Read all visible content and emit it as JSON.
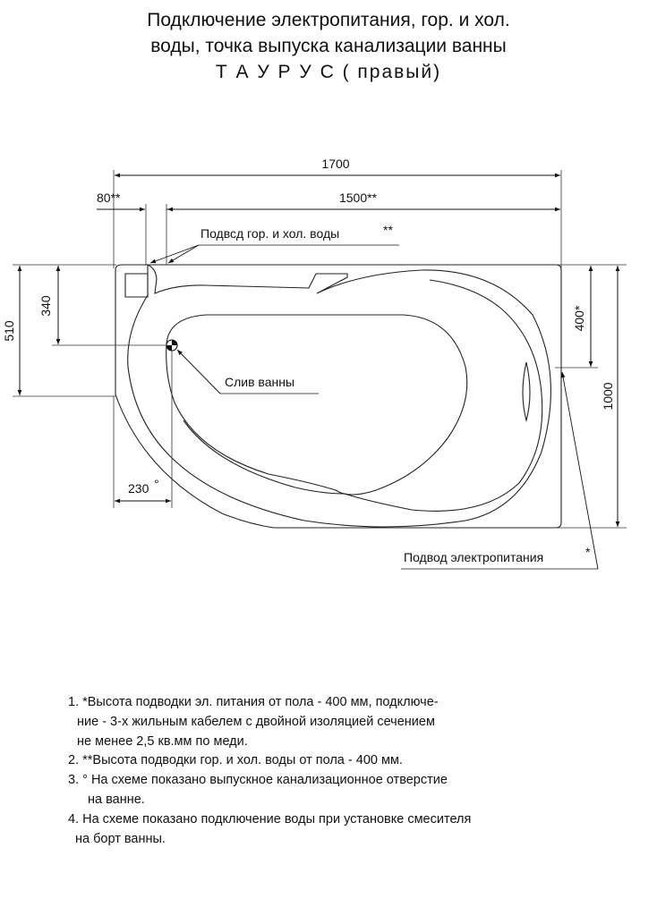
{
  "title": {
    "line1": "Подключение электропитания, гор. и хол.",
    "line2": "воды, точка выпуска канализации ванны",
    "line3": "Т А У Р У С ( правый)"
  },
  "dimensions": {
    "overall_length": "1700",
    "water_offset_left": "80**",
    "water_offset_right": "1500**",
    "height_510": "510",
    "height_340": "340",
    "height_400": "400*",
    "height_1000": "1000",
    "drain_offset": "230"
  },
  "labels": {
    "water_supply": "Подвсд гор. и хол. воды",
    "drain": "Слив ванны",
    "power_supply": "Подвод электропитания"
  },
  "notes": {
    "n1_a": "1. *Высота подводки эл. питания от пола - 400 мм, подключе-",
    "n1_b": "ние - 3-х жильным кабелем с двойной изоляцией сечением",
    "n1_c": "не менее 2,5 кв.мм по меди.",
    "n2": "2. **Высота подводки гор. и хол. воды от пола - 400 мм.",
    "n3_a": "3. ° На схеме показано выпускное канализационное отверстие",
    "n3_b": "на ванне.",
    "n4_a": "4. На схеме показано подключение воды при установке смесителя",
    "n4_b": "на борт ванны."
  }
}
